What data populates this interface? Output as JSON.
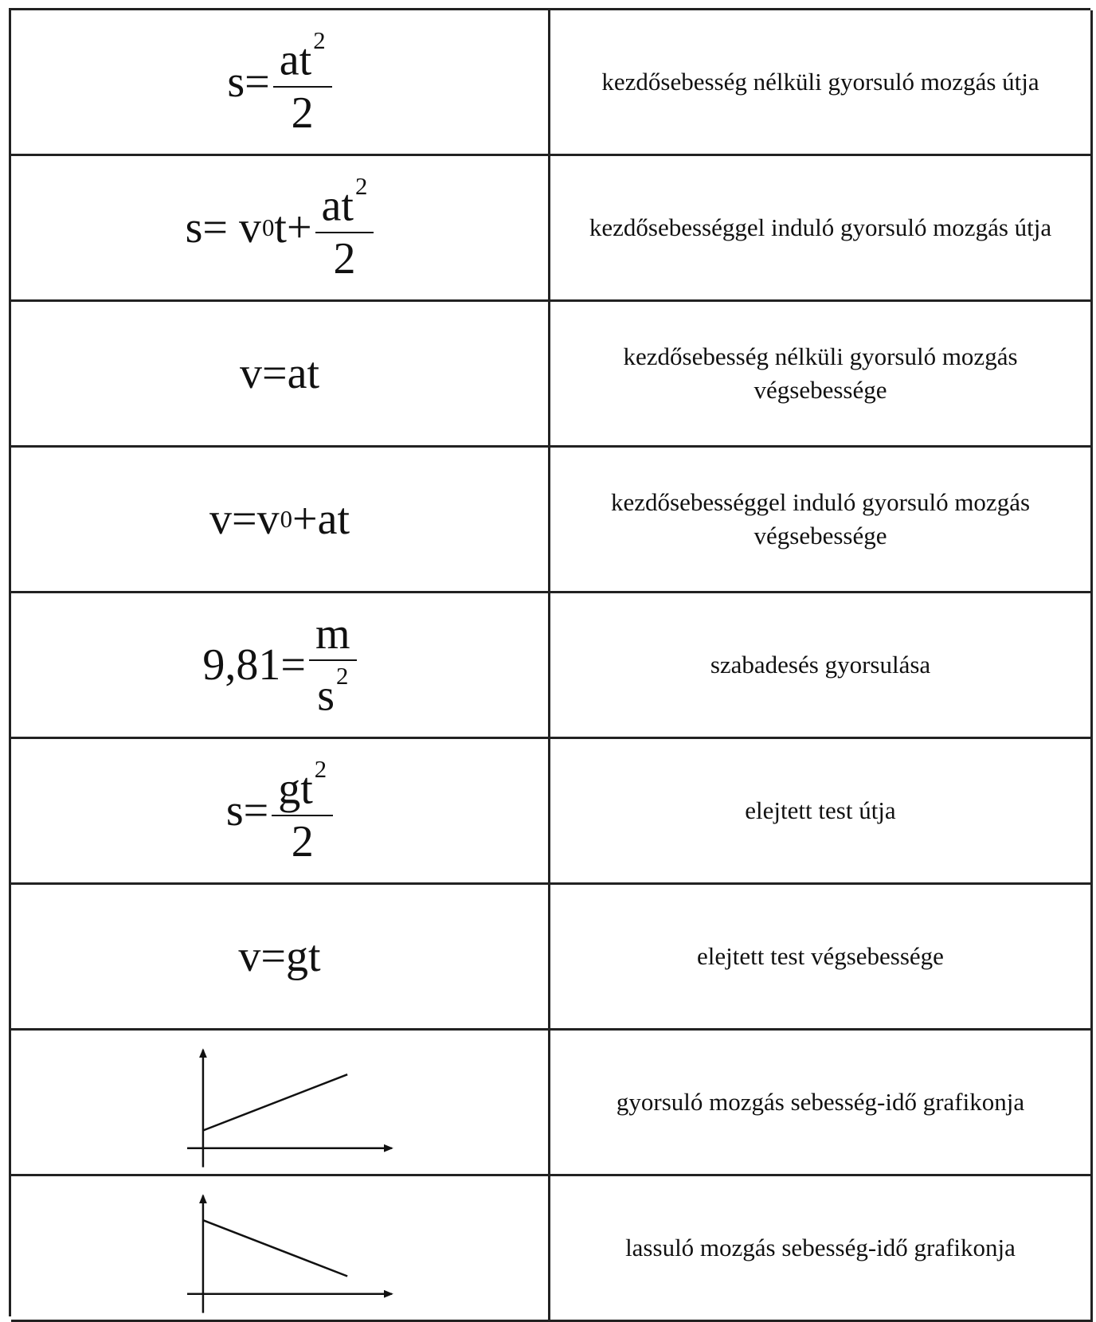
{
  "rows": [
    {
      "formula": {
        "lhs": "s=",
        "num_base": "at",
        "num_sup": "2",
        "den": "2"
      },
      "description": "kezdősebesség nélküli gyorsuló mozgás útja"
    },
    {
      "formula": {
        "lhs_a": "s= v",
        "lhs_sub": "0",
        "lhs_b": "t+",
        "num_base": "at",
        "num_sup": "2",
        "den": "2"
      },
      "description": "kezdősebességgel induló gyorsuló mozgás útja"
    },
    {
      "formula": {
        "text": "v=at"
      },
      "description": "kezdősebesség nélküli gyorsuló mozgás végsebessége"
    },
    {
      "formula": {
        "a": "v=v",
        "sub": "0",
        "b": "+at"
      },
      "description": "kezdősebességgel induló gyorsuló mozgás végsebessége"
    },
    {
      "formula": {
        "lhs": "9,81= ",
        "num": "m",
        "den_base": "s",
        "den_sup": "2"
      },
      "description": "szabadesés gyorsulása"
    },
    {
      "formula": {
        "lhs": "s=",
        "num_base": "gt",
        "num_sup": "2",
        "den": "2"
      },
      "description": "elejtett test útja"
    },
    {
      "formula": {
        "text": "v=gt"
      },
      "description": "elejtett test végsebessége"
    },
    {
      "graph": {
        "trend": "increasing",
        "icon": "increasing-line-graph-icon",
        "start": 0.18,
        "end": 0.75
      },
      "description": "gyorsuló mozgás sebesség-idő grafikonja"
    },
    {
      "graph": {
        "trend": "decreasing",
        "icon": "decreasing-line-graph-icon",
        "start": 0.75,
        "end": 0.18
      },
      "description": "lassuló mozgás sebesség-idő grafikonja"
    }
  ]
}
